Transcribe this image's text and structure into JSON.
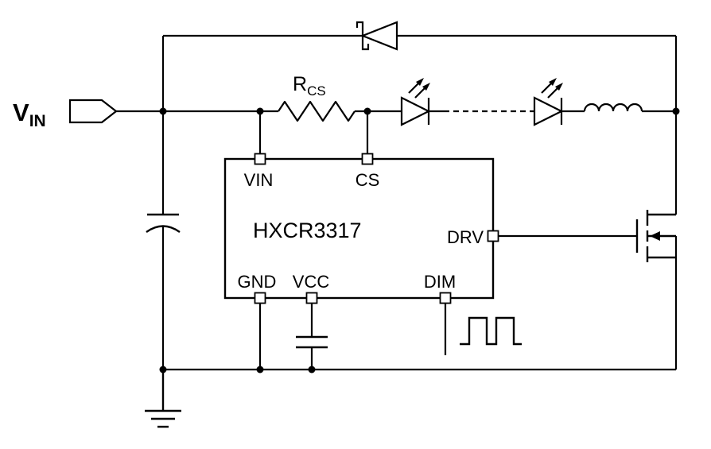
{
  "diagram": {
    "type": "circuit-schematic",
    "ic_name": "HXCR3317",
    "labels": {
      "input_main": "V",
      "input_sub": "IN",
      "sense_resistor_main": "R",
      "sense_resistor_sub": "CS",
      "pin_vin": "VIN",
      "pin_cs": "CS",
      "pin_drv": "DRV",
      "pin_gnd": "GND",
      "pin_vcc": "VCC",
      "pin_dim": "DIM"
    },
    "colors": {
      "line": "#000000",
      "background": "#ffffff"
    }
  }
}
